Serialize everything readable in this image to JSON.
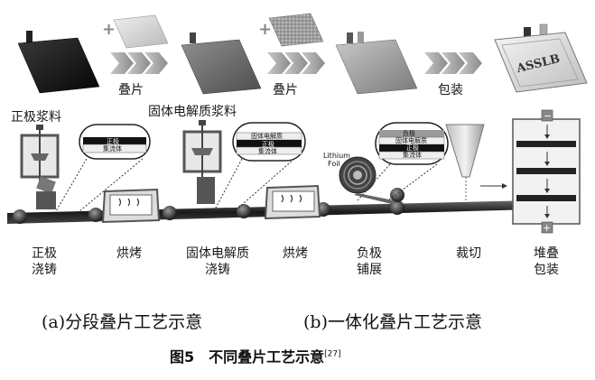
{
  "top_row": {
    "step1": "叠片",
    "step2": "叠片",
    "step3": "包装",
    "pouch_text": "ASSLB"
  },
  "part_a": {
    "slurry1": "正极浆料",
    "slurry2": "固体电解质浆料",
    "inset1": {
      "top": "正极",
      "bottom": "集流体"
    },
    "inset2": {
      "top": "固体电解质",
      "mid": "正极",
      "bottom": "集流体"
    },
    "stations": [
      {
        "line1": "正极",
        "line2": "浇铸"
      },
      {
        "line1": "烘烤",
        "line2": ""
      },
      {
        "line1": "固体电解质",
        "line2": "浇铸"
      },
      {
        "line1": "烘烤",
        "line2": ""
      }
    ]
  },
  "part_b": {
    "foil_label1": "Lithium",
    "foil_label2": "Foil",
    "inset3": {
      "top": "负极",
      "l2": "固体电解质",
      "l3": "正极",
      "bottom": "集流体"
    },
    "stations": [
      {
        "line1": "负极",
        "line2": "铺展"
      },
      {
        "line1": "裁切",
        "line2": ""
      },
      {
        "line1": "堆叠",
        "line2": "包装"
      }
    ],
    "minus": "−",
    "plus": "+"
  },
  "captions": {
    "a": "(a)分段叠片工艺示意",
    "b": "(b)一体化叠片工艺示意"
  },
  "figure": {
    "title": "图5　不同叠片工艺示意",
    "ref": "[27]"
  }
}
